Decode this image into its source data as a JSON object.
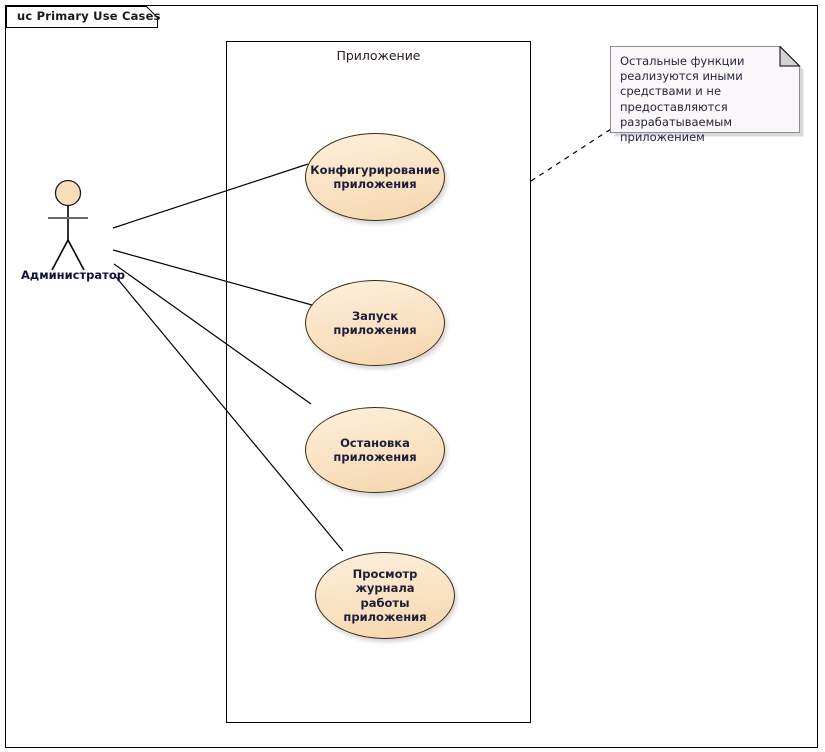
{
  "diagram": {
    "frame_title": "uc Primary Use Cases",
    "boundary_label": "Приложение",
    "actor": {
      "name": "Администратор",
      "icon": "actor-stick-figure"
    },
    "use_cases": [
      {
        "label": "Конфигурирование\nприложения"
      },
      {
        "label": "Запуск приложения"
      },
      {
        "label": "Остановка\nприложения"
      },
      {
        "label": "Просмотр журнала\nработы приложения"
      }
    ],
    "note": {
      "text": "Остальные функции реализуются иными средствами и не предоставляются разрабатываемым приложением"
    },
    "colors": {
      "usecase_fill_top": "#fdf0dd",
      "usecase_fill_bottom": "#f6d6ae",
      "usecase_border": "#3b2a16",
      "note_fill": "#faf7fa",
      "note_border": "#9a9a9a",
      "line": "#000000",
      "text": "#1d1d3a"
    }
  }
}
